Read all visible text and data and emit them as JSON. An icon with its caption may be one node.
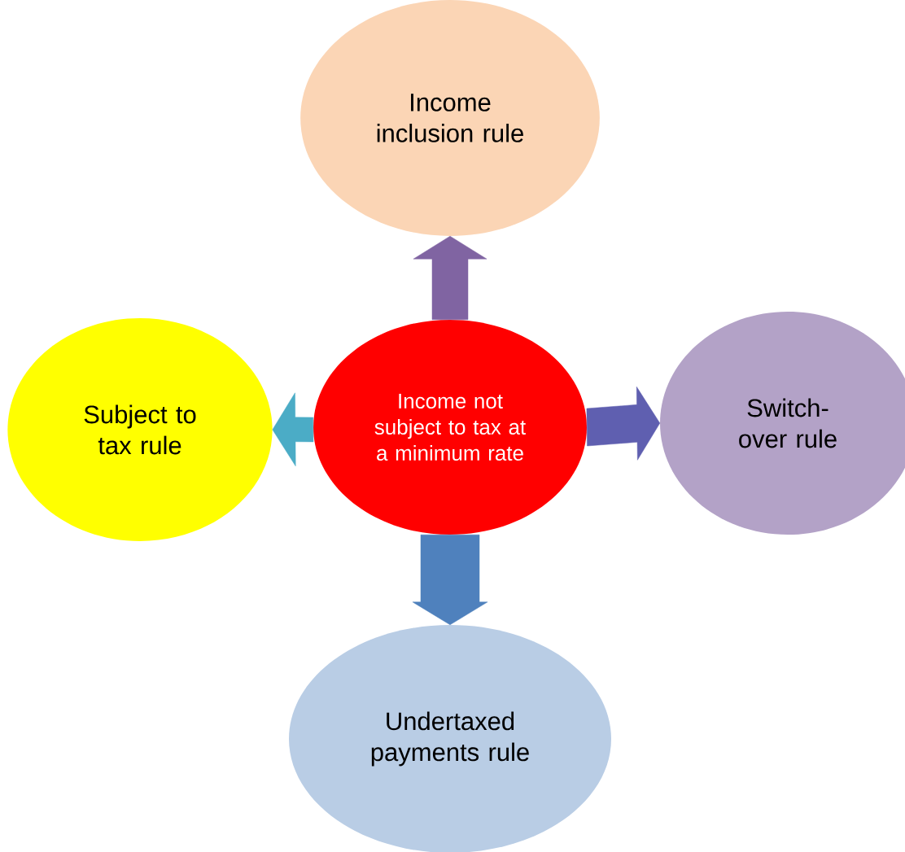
{
  "diagram": {
    "nodes": [
      {
        "text": [
          "Income inclusion rule"
        ]
      },
      {
        "text": [
          "Subject to tax rule"
        ]
      },
      {
        "text": [
          "Income not subject to tax at a minimum rate"
        ]
      },
      {
        "text": [
          "Switch-over rule"
        ]
      },
      {
        "text": [
          "Undertaxed payments rule"
        ]
      }
    ],
    "edges": [
      {
        "from": 2,
        "to": 0,
        "arrow": "to",
        "style": "thick",
        "color": "#8064a2"
      },
      {
        "from": 2,
        "to": 1,
        "arrow": "to",
        "style": "thick",
        "color": "#4bacc6"
      },
      {
        "from": 2,
        "to": 3,
        "arrow": "to",
        "style": "thick",
        "color": "#5f5fb0"
      },
      {
        "from": 2,
        "to": 4,
        "arrow": "to",
        "style": "thick",
        "color": "#4f81bd"
      }
    ]
  }
}
